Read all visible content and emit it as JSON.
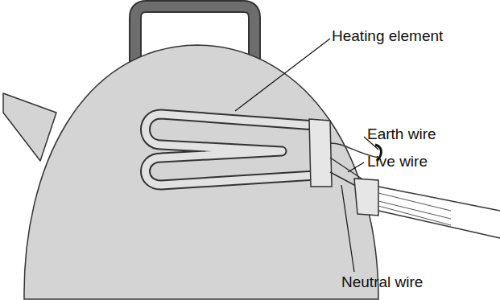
{
  "diagram": {
    "labels": [
      "Heating element",
      "Earth wire",
      "Live wire",
      "Neutral wire"
    ]
  }
}
